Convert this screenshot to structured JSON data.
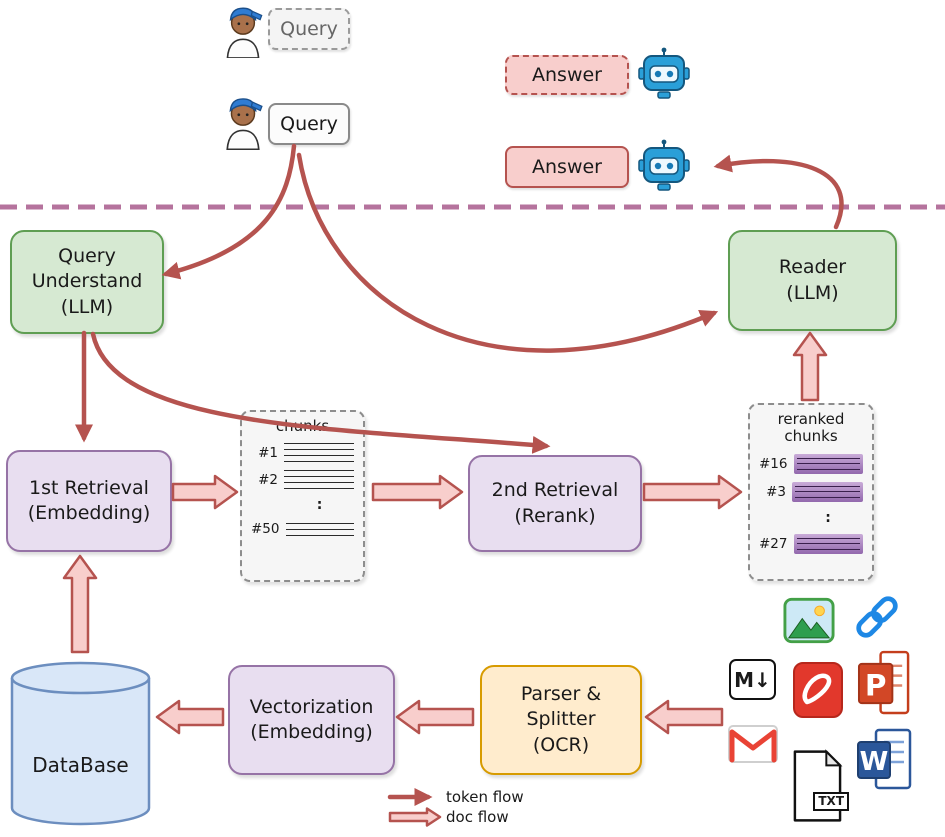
{
  "users": {
    "query_dashed": "Query",
    "query_solid": "Query"
  },
  "answers": {
    "answer_dashed": "Answer",
    "answer_solid": "Answer"
  },
  "nodes": {
    "query_understand": {
      "lines": [
        "Query",
        "Understand",
        "(LLM)"
      ]
    },
    "reader": {
      "lines": [
        "Reader",
        "(LLM)"
      ]
    },
    "first_retrieval": {
      "lines": [
        "1st Retrieval",
        "(Embedding)"
      ]
    },
    "second_retrieval": {
      "lines": [
        "2nd Retrieval",
        "(Rerank)"
      ]
    },
    "vectorization": {
      "lines": [
        "Vectorization",
        "(Embedding)"
      ]
    },
    "parser_splitter": {
      "lines": [
        "Parser &",
        "Splitter",
        "(OCR)"
      ]
    },
    "database": {
      "label": "DataBase"
    }
  },
  "chunks": {
    "title": "chunks",
    "items": [
      "#1",
      "#2",
      ":",
      "#50"
    ]
  },
  "reranked_chunks": {
    "title": "reranked chunks",
    "items": [
      "#16",
      "#3",
      ":",
      "#27"
    ]
  },
  "legend": {
    "token_flow": "token flow",
    "doc_flow": "doc flow"
  },
  "file_icons": {
    "markdown": "M↓",
    "txt": "TXT",
    "powerpoint_letter": "P",
    "word_letter": "W"
  },
  "colors": {
    "node_green_fill": "#d6e9d2",
    "node_green_border": "#5f9e53",
    "node_purple_fill": "#e8def0",
    "node_purple_border": "#9673a6",
    "node_orange_fill": "#ffeccd",
    "node_orange_border": "#d79b00",
    "database_fill": "#d9e7f8",
    "database_border": "#6c8ebf",
    "answer_fill": "#f8cecc",
    "answer_border": "#b5534f",
    "arrow_red": "#b5534f",
    "doc_arrow_fill": "#f8cecc",
    "separator_purple": "#b5739d"
  }
}
